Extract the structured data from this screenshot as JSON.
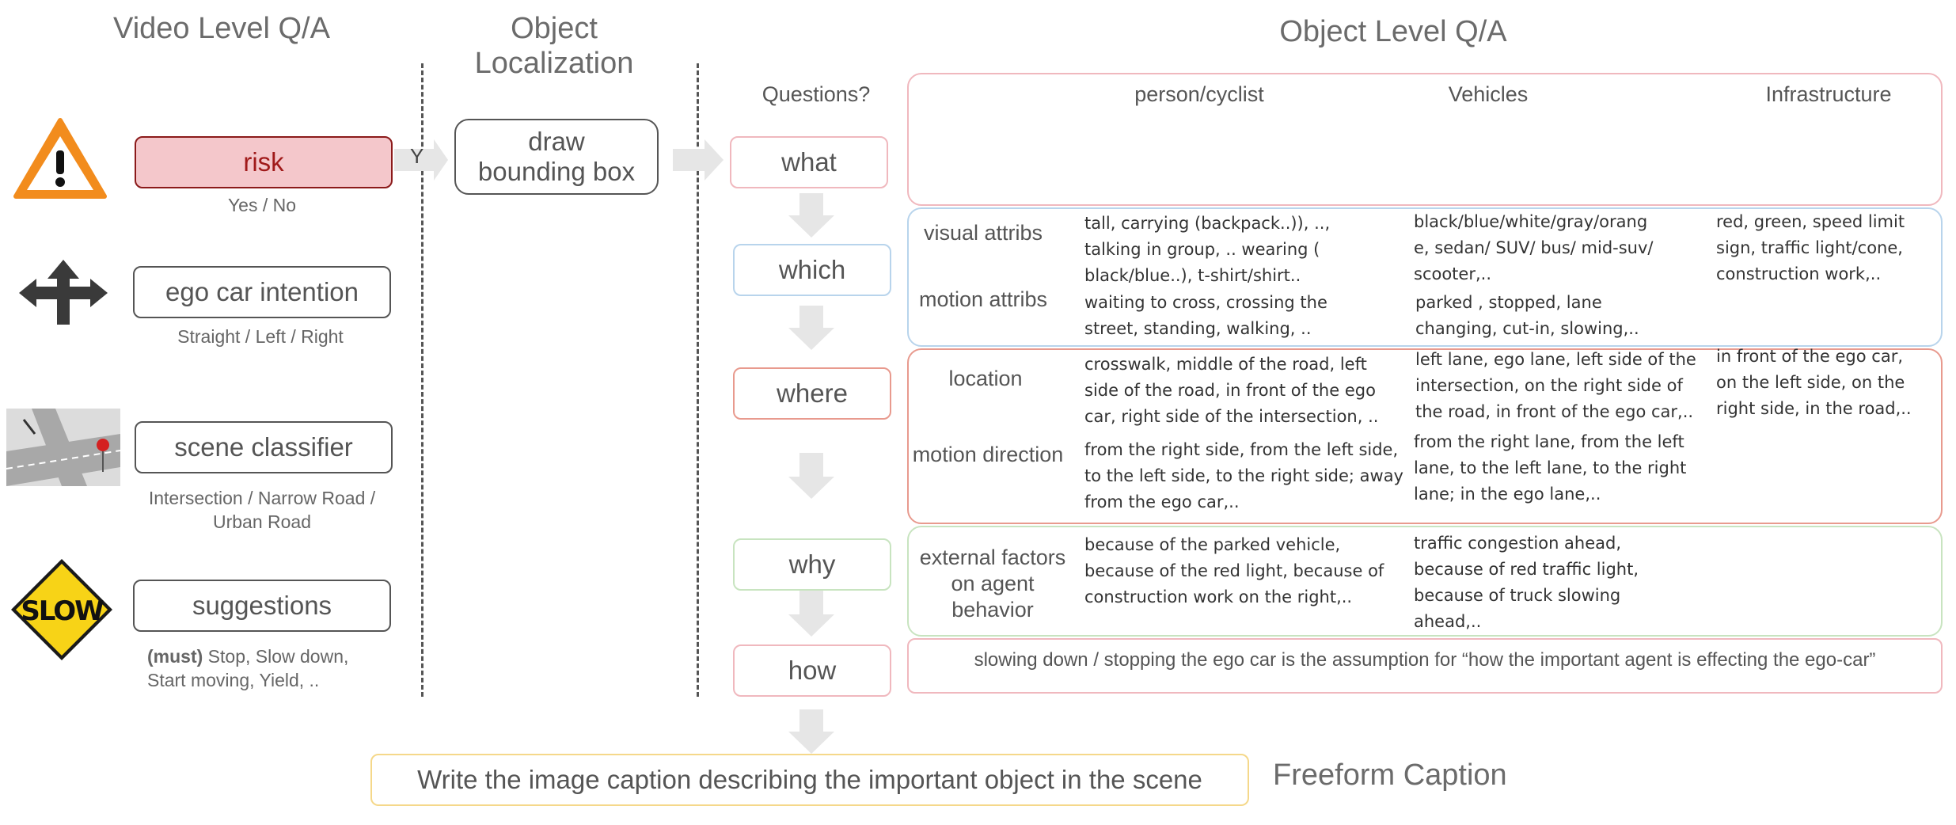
{
  "titles": {
    "video": "Video Level Q/A",
    "object_localization": "Object\nLocalization",
    "object_level": "Object Level Q/A",
    "freeform": "Freeform Caption"
  },
  "video_level": {
    "risk": {
      "label": "risk",
      "sub": "Yes / No",
      "fill": "#f4c7cb",
      "border": "#8b1a1a",
      "text_color": "#a01a1a"
    },
    "yes_marker": "Y",
    "ego": {
      "label": "ego car intention",
      "sub": "Straight / Left / Right"
    },
    "scene": {
      "label": "scene classifier",
      "sub": "Intersection / Narrow Road /\nUrban Road"
    },
    "suggestions": {
      "label": "suggestions",
      "sub_bold": "(must)",
      "sub_rest": " Stop, Slow down,",
      "sub_line2": "Start moving, Yield, .."
    }
  },
  "localization": {
    "label": "draw\nbounding box"
  },
  "questions": {
    "header": "Questions?",
    "items": [
      {
        "label": "what",
        "border": "#f0b8be"
      },
      {
        "label": "which",
        "border": "#b8d4ec"
      },
      {
        "label": "where",
        "border": "#e89a8e"
      },
      {
        "label": "why",
        "border": "#c8e4c0"
      },
      {
        "label": "how",
        "border": "#f0b8be"
      }
    ]
  },
  "categories": {
    "person": "person/cyclist",
    "vehicles": "Vehicles",
    "infrastructure": "Infrastructure"
  },
  "rows": {
    "visual": {
      "label": "visual attribs",
      "person": "tall, carrying (backpack..)), ..,\ntalking in group, .. wearing (\nblack/blue..), t-shirt/shirt..",
      "vehicles": "black/blue/white/gray/orang\ne, sedan/ SUV/ bus/ mid-suv/\nscooter,..",
      "infra": "red, green, speed limit\nsign, traffic light/cone,\nconstruction work,.."
    },
    "motion": {
      "label": "motion attribs",
      "person": "waiting to cross, crossing the\nstreet, standing, walking, ..",
      "vehicles": "parked , stopped, lane\nchanging, cut-in, slowing,.."
    },
    "location": {
      "label": "location",
      "person": "crosswalk, middle of the road, left\nside of the road,  in front of the ego\ncar, right side of the intersection, ..",
      "vehicles": "left lane, ego lane, left side of the\nintersection, on the right side of\nthe road,  in front of the ego car,..",
      "infra": "in front of the ego car,\non the left side, on the\nright side, in the road,.."
    },
    "direction": {
      "label": "motion direction",
      "person": "from the right side, from the left side,\nto the left side, to the right side; away\nfrom the ego car,..",
      "vehicles": "from the right lane, from the left\nlane, to the left lane, to the right\nlane; in the ego lane,.."
    },
    "external": {
      "label": "external factors\non agent behavior",
      "person": "because of the parked vehicle,\nbecause of the red light, because of\nconstruction work on the right,..",
      "vehicles": "traffic congestion ahead,\nbecause of red traffic light,\nbecause of truck slowing\nahead,.."
    },
    "how_text": "slowing down / stopping the ego car is the assumption for “how the important agent is effecting the ego-car”"
  },
  "caption": {
    "text": "Write the image caption describing the important object in the scene",
    "border": "#f5d88a"
  },
  "icons": [
    "warning-icon",
    "intersection-arrows-icon",
    "intersection-scene-icon",
    "slow-sign-icon",
    "cyclist-icon",
    "pedestrian-icon",
    "car-icon",
    "traffic-light-icon",
    "traffic-cone-icon"
  ],
  "colors": {
    "panel_red": "#f0b8be",
    "panel_blue": "#b8d4ec",
    "panel_salmon": "#e89a8e",
    "panel_green": "#c8e4c0",
    "arrow_gray": "#e6e6e6",
    "car_green": "#2fbf8f",
    "cone_orange": "#f26a1b"
  }
}
